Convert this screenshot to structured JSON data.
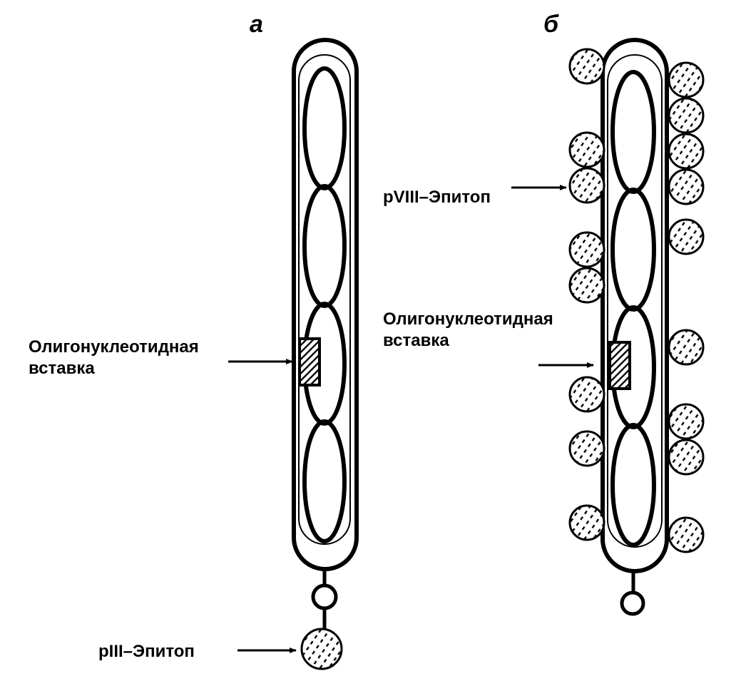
{
  "panels": {
    "a": {
      "label": "а"
    },
    "b": {
      "label": "б"
    }
  },
  "labels": {
    "insert_a_line1": "Олигонуклеотидная",
    "insert_a_line2": "вставка",
    "piii_epitope": "pIII–Эпитоп",
    "pviii_epitope": "pVIII–Эпитоп",
    "insert_b_line1": "Олигонуклеотидная",
    "insert_b_line2": "вставка"
  }
}
